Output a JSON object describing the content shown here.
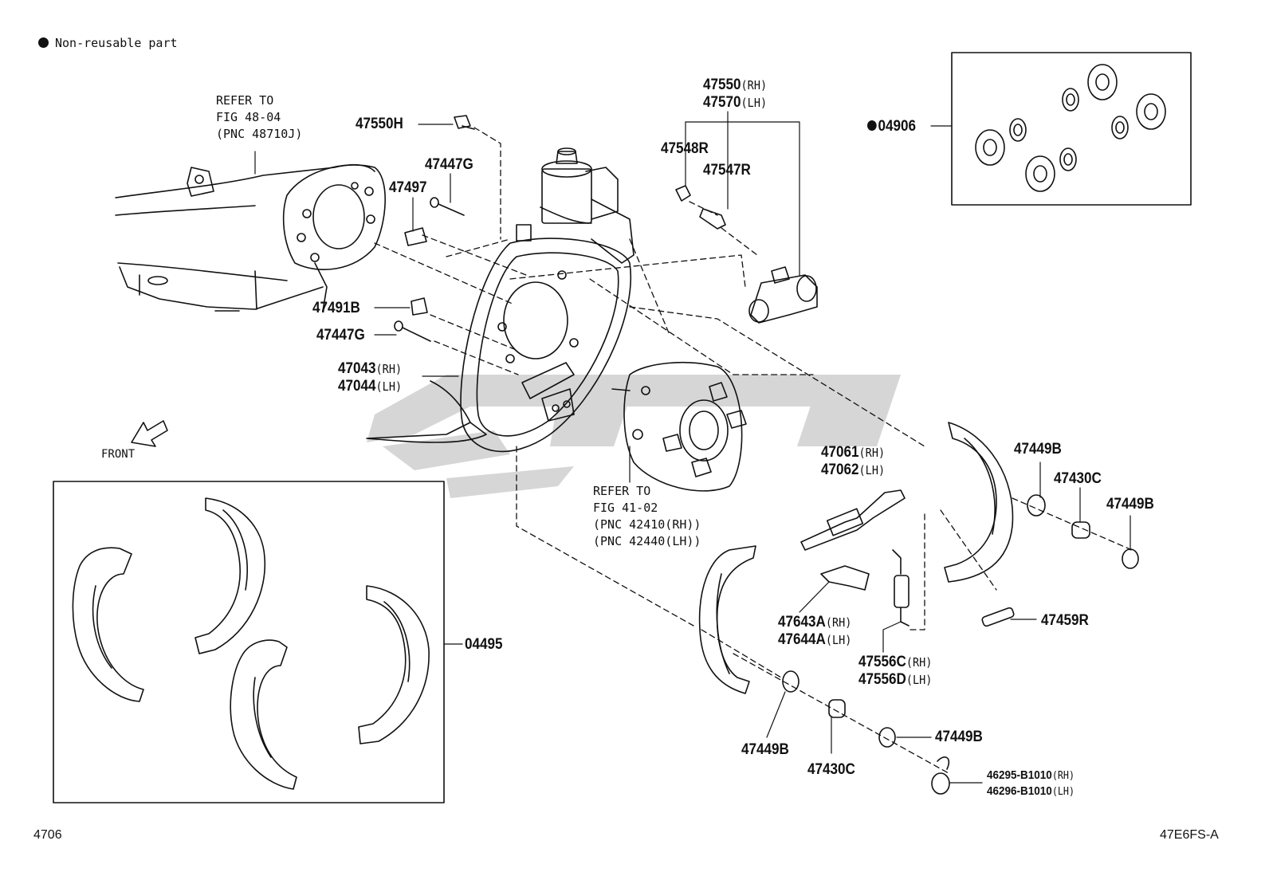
{
  "legend": {
    "text": "Non-reusable part"
  },
  "parts": {
    "p47550H": "47550H",
    "p47497": "47497",
    "p47447G_top": "47447G",
    "p47491B": "47491B",
    "p47447G_mid": "47447G",
    "p47043": "47043",
    "p47043_side": "(RH)",
    "p47044": "47044",
    "p47044_side": "(LH)",
    "p47550": "47550",
    "p47550_side": "(RH)",
    "p47570": "47570",
    "p47570_side": "(LH)",
    "p47548R": "47548R",
    "p47547R": "47547R",
    "p04906": "04906",
    "p47061": "47061",
    "p47061_side": "(RH)",
    "p47062": "47062",
    "p47062_side": "(LH)",
    "p47449B_a": "47449B",
    "p47430C_a": "47430C",
    "p47449B_b": "47449B",
    "p47459R": "47459R",
    "p47643A": "47643A",
    "p47643A_side": "(RH)",
    "p47644A": "47644A",
    "p47644A_side": "(LH)",
    "p47556C": "47556C",
    "p47556C_side": "(RH)",
    "p47556D": "47556D",
    "p47556D_side": "(LH)",
    "p04495": "04495",
    "p47449B_c": "47449B",
    "p47430C_b": "47430C",
    "p47449B_d": "47449B",
    "p46295": "46295-B1010",
    "p46295_side": "(RH)",
    "p46296": "46296-B1010",
    "p46296_side": "(LH)"
  },
  "notes": {
    "refer_axle": [
      "REFER TO",
      "FIG 48-04",
      "(PNC 48710J)"
    ],
    "refer_hub": [
      "REFER TO",
      "FIG 41-02",
      "(PNC 42410(RH))",
      "(PNC 42440(LH))"
    ],
    "front": "FRONT"
  },
  "footer": {
    "left": "4706",
    "right": "47E6FS-A"
  },
  "colors": {
    "ink": "#111111",
    "watermark": "#c8c8c8"
  },
  "icons": {
    "non_reusable": "filled-circle",
    "front": "arrow-icon"
  }
}
